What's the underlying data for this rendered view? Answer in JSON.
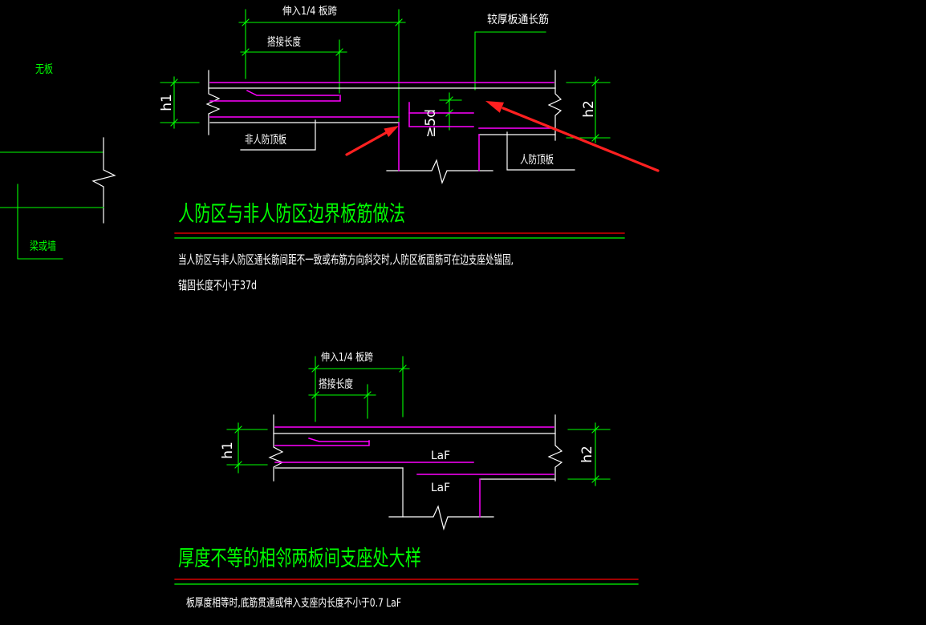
{
  "canvas": {
    "background": "#000000"
  },
  "colors": {
    "outline": "#ffffff",
    "rebar": "#ff00ff",
    "dimension": "#00ff00",
    "title": "#00ff00",
    "arrow": "#ff2020",
    "rule_red": "#ff0000",
    "rule_green": "#00ff00",
    "text": "#ffffff"
  },
  "side_detail": {
    "no_slab_label": "无板",
    "beam_or_wall_label": "梁或墙"
  },
  "detail_1": {
    "quarter_span_label": "伸入1/4 板跨",
    "lap_length_label": "搭接长度",
    "through_bar_label": "较厚板通长筋",
    "h1_label": "h1",
    "h2_label": "h2",
    "anchor_5d_label": "≥5d",
    "non_civil_defense_slab_label": "非人防顶板",
    "civil_defense_slab_label": "人防顶板",
    "title": "人防区与非人防区边界板筋做法",
    "note_lines": [
      "当人防区与非人防区通长筋间距不一致或布筋方向斜交时,人防区板面筋可在边支座处锚固,",
      "锚固长度不小于37d"
    ]
  },
  "detail_2": {
    "quarter_span_label": "伸入1/4 板跨",
    "lap_length_label": "搭接长度",
    "h1_label": "h1",
    "h2_label": "h2",
    "laf_upper_label": "LaF",
    "laf_lower_label": "LaF",
    "title": "厚度不等的相邻两板间支座处大样",
    "note": "板厚度相等时,底筋贯通或伸入支座内长度不小于0.7 LaF"
  }
}
